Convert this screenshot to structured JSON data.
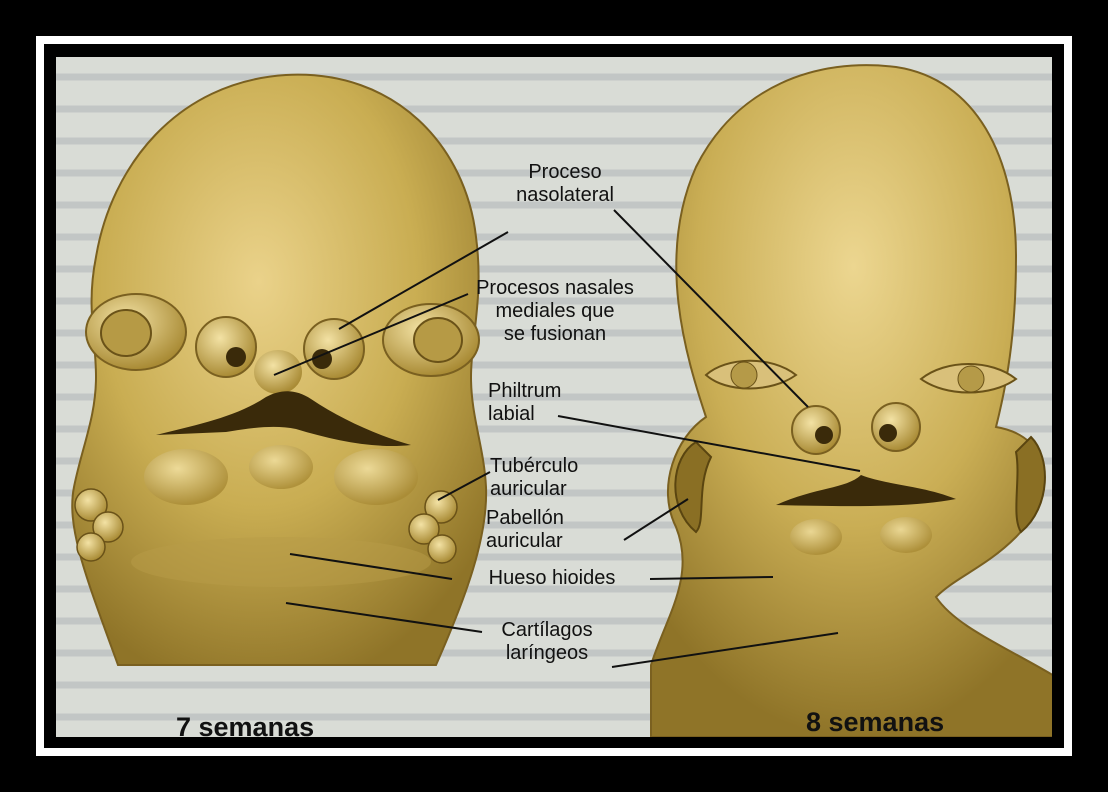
{
  "labels": {
    "proceso_nasolateral": [
      "Proceso",
      "nasolateral"
    ],
    "procesos_nasales_mediales": [
      "Procesos nasales",
      "mediales que",
      "se fusionan"
    ],
    "philtrum_labial": [
      "Philtrum",
      "labial"
    ],
    "tuberculo_auricular": [
      "Tubérculo",
      "auricular"
    ],
    "pabellon_auricular": [
      "Pabellón",
      "auricular"
    ],
    "hueso_hioides": "Hueso hioides",
    "cartilagos_laringeos": [
      "Cartílagos",
      "laríngeos"
    ]
  },
  "captions": {
    "left": "7 semanas",
    "right": "8 semanas"
  },
  "colors": {
    "embryo_fill": "#c9ad52",
    "embryo_shadow": "#8a6f24",
    "background_page": "#d9dcd6",
    "frame": "#000000",
    "border": "#ffffff"
  }
}
